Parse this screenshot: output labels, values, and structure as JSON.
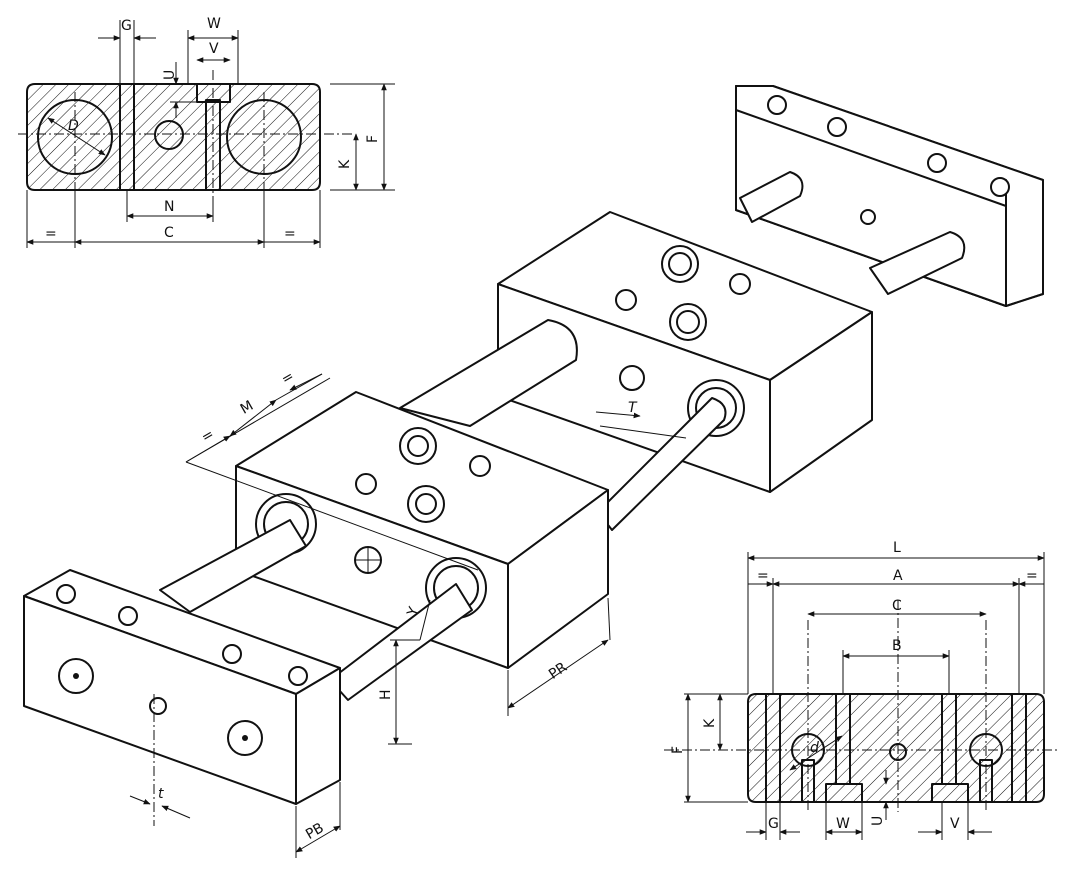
{
  "labels": {
    "G": "G",
    "W": "W",
    "V": "V",
    "U": "U",
    "D": "D",
    "K": "K",
    "F": "F",
    "N": "N",
    "C": "C",
    "eq": "=",
    "M": "M",
    "T": "T",
    "Y": "Y",
    "H": "H",
    "PR": "PR",
    "PB": "PB",
    "t": "t",
    "L": "L",
    "A": "A",
    "B": "B",
    "d": "d"
  },
  "colors": {
    "line": "#111111",
    "background": "#ffffff"
  }
}
